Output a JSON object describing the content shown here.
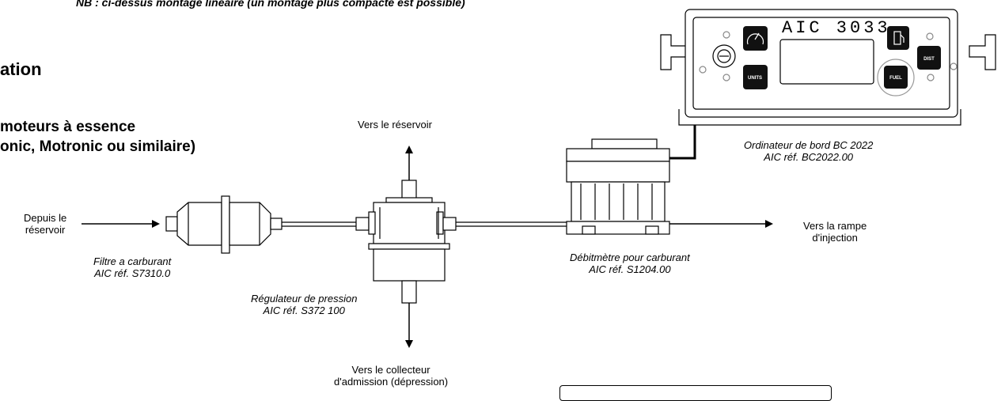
{
  "note": "NB : ci-dessus montage linéaire (un montage plus compacte est possible)",
  "heading": "ation",
  "subheading": [
    "moteurs à essence",
    "onic, Motronic ou similaire)"
  ],
  "labels": {
    "from_tank": "Depuis le\nréservoir",
    "to_tank": "Vers le réservoir",
    "to_manifold": "Vers le collecteur\nd'admission (dépression)",
    "to_rail": "Vers la rampe\nd'injection",
    "filter": "Filtre a carburant\nAIC réf. S7310.0",
    "regulator": "Régulateur de pression\nAIC réf. S372 100",
    "flowmeter": "Débitmètre pour carburant\nAIC réf. S1204.00",
    "computer": "Ordinateur de bord BC 2022\nAIC réf. BC2022.00"
  },
  "device": {
    "brand": "AIC 3033",
    "buttons": {
      "units": "UNITS",
      "fuel": "FUEL",
      "dist": "DIST"
    }
  },
  "icons": [
    "clock-icon",
    "gauge-icon",
    "fuel-pump-icon"
  ]
}
